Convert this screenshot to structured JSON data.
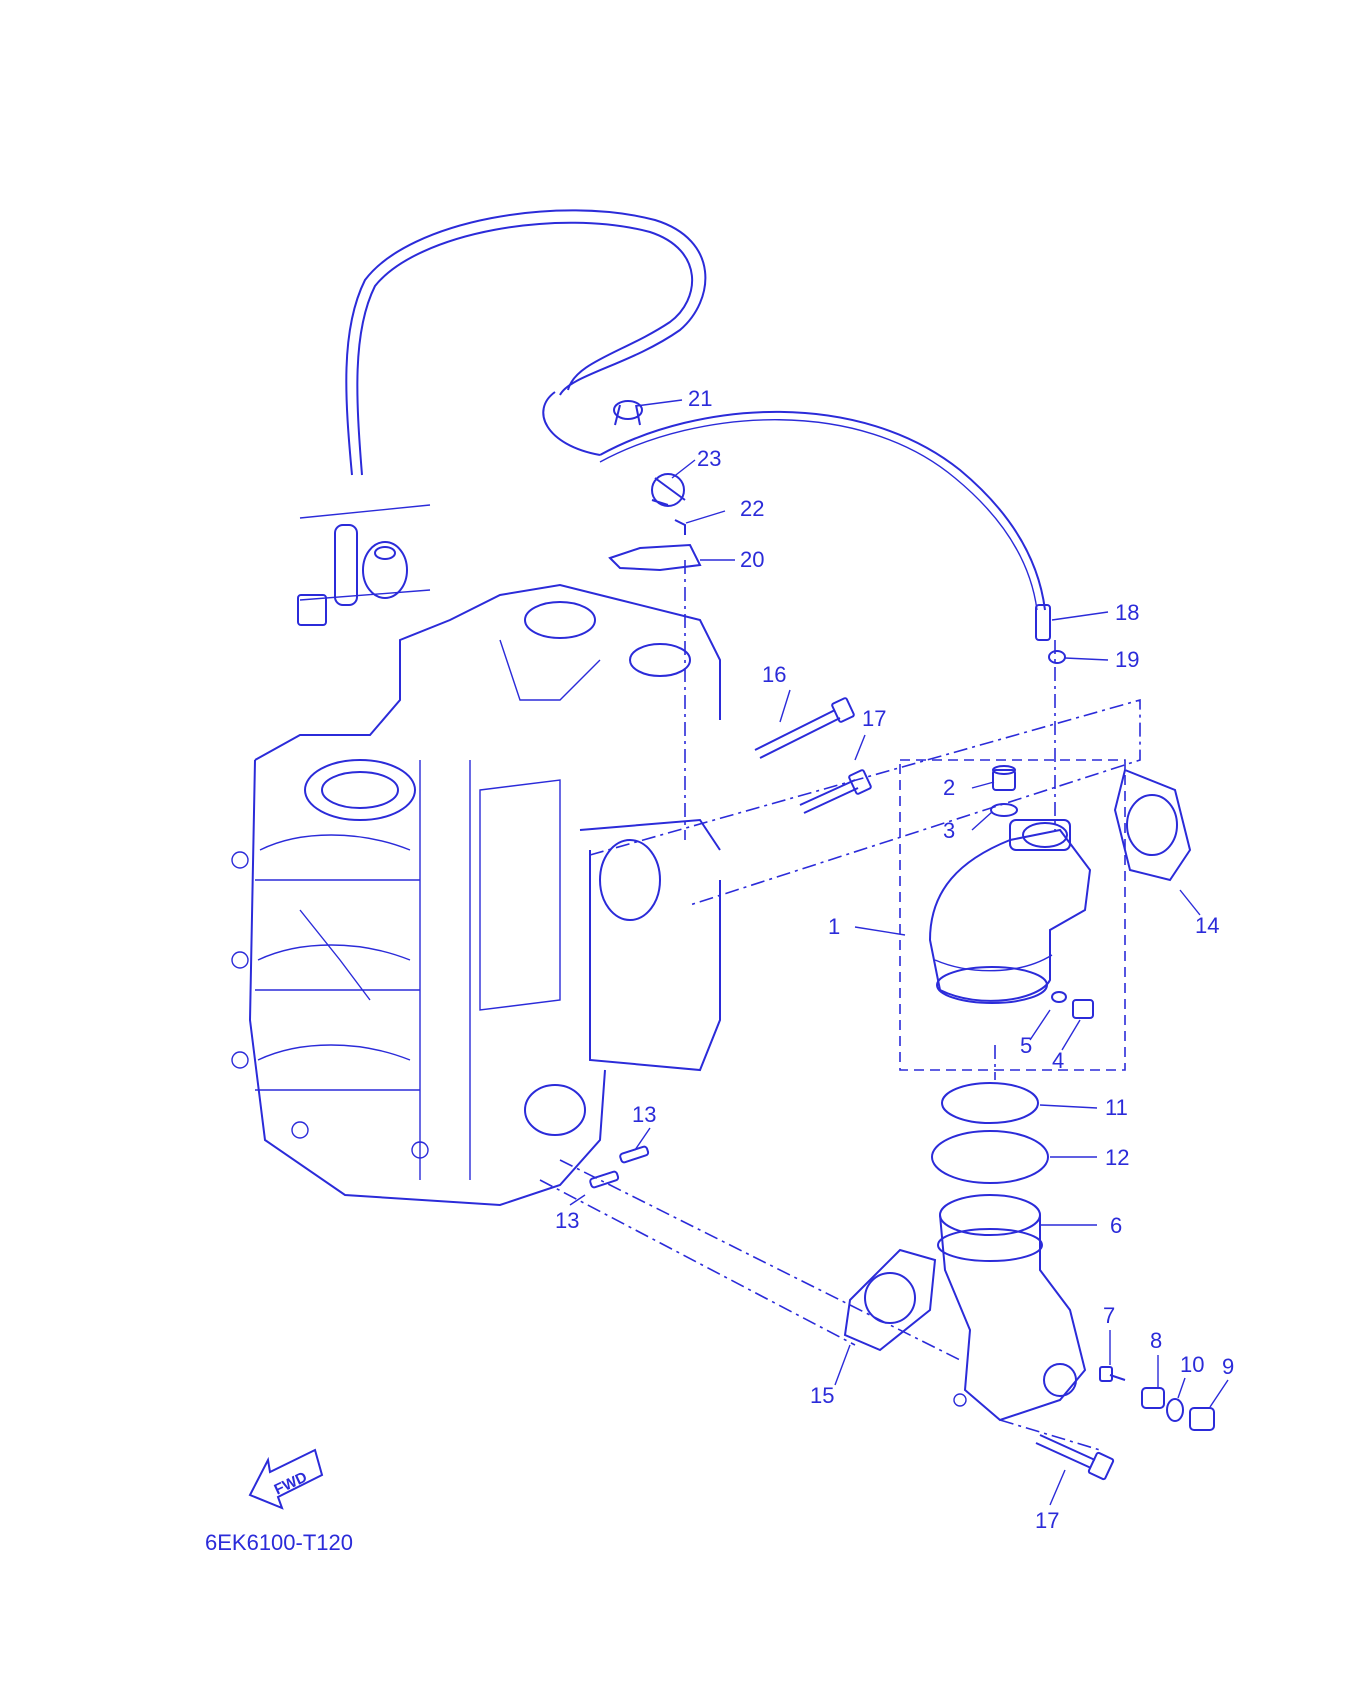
{
  "diagram_code": "6EK6100-T120",
  "fwd_label": "FWD",
  "callouts": [
    {
      "id": "c1",
      "text": "1"
    },
    {
      "id": "c2",
      "text": "2"
    },
    {
      "id": "c3",
      "text": "3"
    },
    {
      "id": "c4",
      "text": "4"
    },
    {
      "id": "c5",
      "text": "5"
    },
    {
      "id": "c6",
      "text": "6"
    },
    {
      "id": "c7",
      "text": "7"
    },
    {
      "id": "c8",
      "text": "8"
    },
    {
      "id": "c9",
      "text": "9"
    },
    {
      "id": "c10",
      "text": "10"
    },
    {
      "id": "c11",
      "text": "11"
    },
    {
      "id": "c12",
      "text": "12"
    },
    {
      "id": "c13a",
      "text": "13"
    },
    {
      "id": "c13b",
      "text": "13"
    },
    {
      "id": "c14",
      "text": "14"
    },
    {
      "id": "c15",
      "text": "15"
    },
    {
      "id": "c16",
      "text": "16"
    },
    {
      "id": "c17a",
      "text": "17"
    },
    {
      "id": "c17b",
      "text": "17"
    },
    {
      "id": "c18",
      "text": "18"
    },
    {
      "id": "c19",
      "text": "19"
    },
    {
      "id": "c20",
      "text": "20"
    },
    {
      "id": "c21",
      "text": "21"
    },
    {
      "id": "c22",
      "text": "22"
    },
    {
      "id": "c23",
      "text": "23"
    }
  ],
  "colors": {
    "line": "#2b2bd9",
    "background": "#ffffff"
  }
}
